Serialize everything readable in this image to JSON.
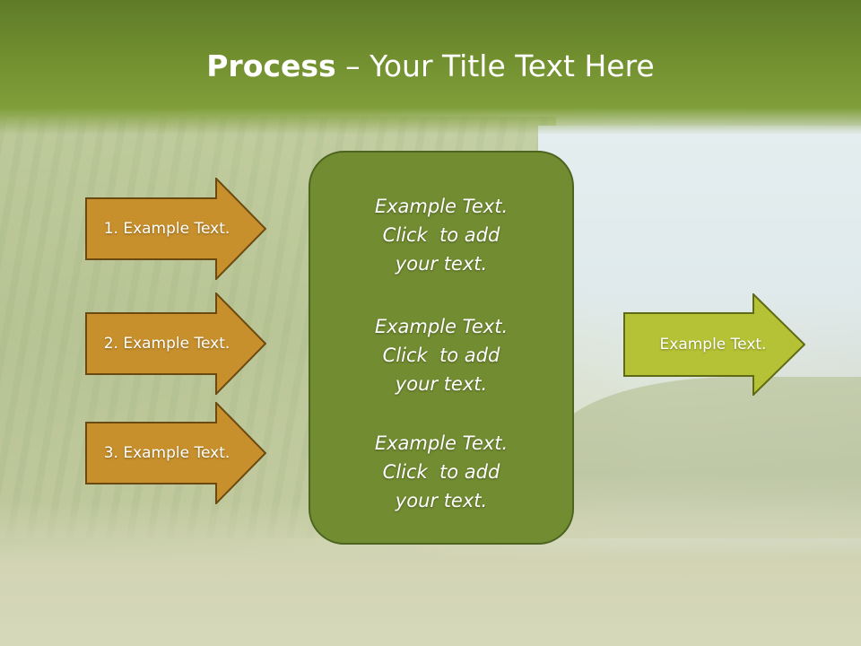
{
  "header": {
    "title_bold": "Process",
    "title_separator": " – ",
    "title_rest": "Your Title Text Here"
  },
  "left_arrows": [
    {
      "label": "1. Example Text."
    },
    {
      "label": "2. Example Text."
    },
    {
      "label": "3. Example Text."
    }
  ],
  "center_box": {
    "blocks": [
      {
        "lines": [
          "Example Text.",
          "Click  to add",
          "your text."
        ]
      },
      {
        "lines": [
          "Example Text.",
          "Click  to add",
          "your text."
        ]
      },
      {
        "lines": [
          "Example Text.",
          "Click  to add",
          "your text."
        ]
      }
    ]
  },
  "right_arrow": {
    "label": "Example Text."
  },
  "colors": {
    "header_green": "#72902f",
    "left_arrow_fill": "#c8902c",
    "left_arrow_stroke": "#6b4a12",
    "center_box_fill": "#728c31",
    "center_box_stroke": "#4d6420",
    "right_arrow_fill": "#b5c235",
    "right_arrow_stroke": "#5f6a14"
  }
}
